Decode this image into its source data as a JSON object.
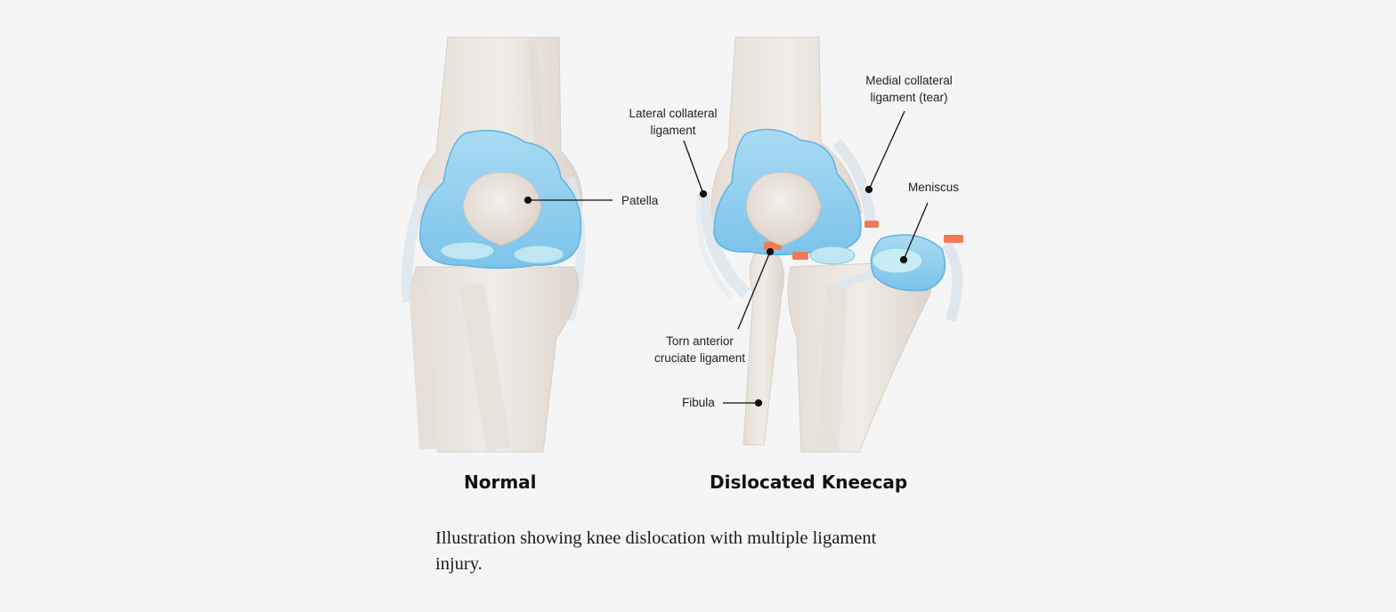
{
  "panels": {
    "normal": {
      "title": "Normal"
    },
    "dislocated": {
      "title": "Dislocated Kneecap"
    }
  },
  "labels": {
    "patella": "Patella",
    "lateral_collateral_line1": "Lateral collateral",
    "lateral_collateral_line2": "ligament",
    "medial_collateral_line1": "Medial collateral",
    "medial_collateral_line2": "ligament (tear)",
    "meniscus": "Meniscus",
    "torn_acl_line1": "Torn anterior",
    "torn_acl_line2": "cruciate ligament",
    "fibula": "Fibula"
  },
  "caption": {
    "line1": "Illustration showing knee dislocation with multiple ligament",
    "line2": "injury."
  },
  "colors": {
    "background": "#f5f5f5",
    "bone": "#ece6e1",
    "bone_shadow": "#d9d0c9",
    "cartilage": "#9fd4ef",
    "cartilage_edge": "#5fb3e3",
    "ligament": "#dde6ec",
    "tear": "#f07a55",
    "leader": "#111111"
  }
}
